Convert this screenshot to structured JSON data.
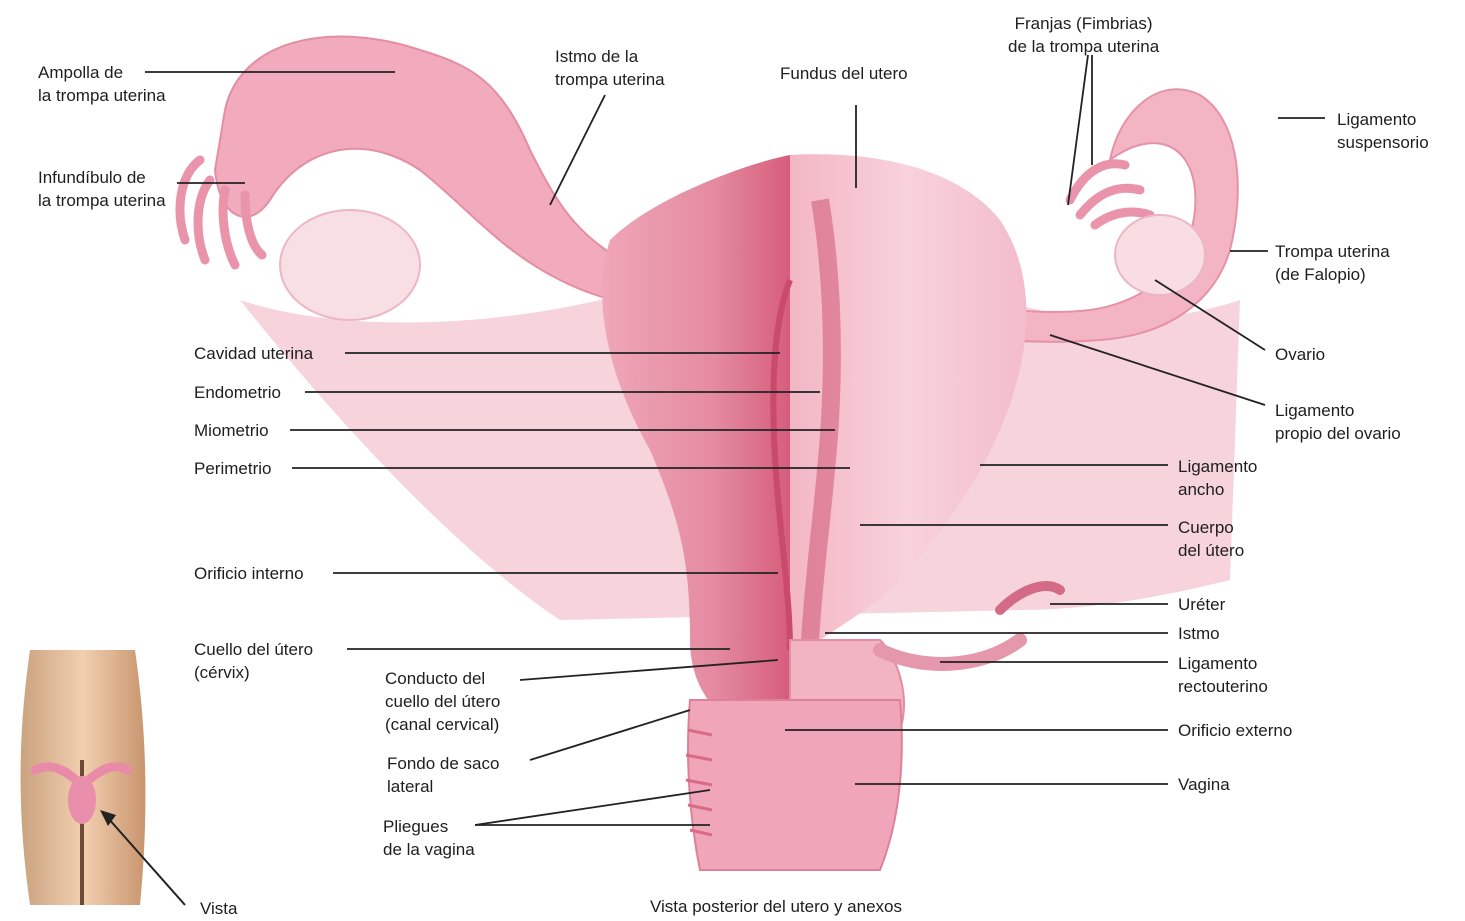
{
  "caption": "Vista posterior del utero y anexos",
  "labels": {
    "ampolla": [
      "Ampolla de",
      "la trompa uterina"
    ],
    "infundibulo": [
      "Infundíbulo de",
      "la trompa uterina"
    ],
    "istmo_trompa": [
      "Istmo de la",
      "trompa uterina"
    ],
    "fundus": [
      "Fundus del utero"
    ],
    "franjas": [
      "Franjas (Fimbrias)",
      "de la trompa uterina"
    ],
    "ligamento_suspensorio": [
      "Ligamento",
      "suspensorio"
    ],
    "trompa_uterina": [
      "Trompa uterina",
      "(de Falopio)"
    ],
    "ovario": [
      "Ovario"
    ],
    "ligamento_propio": [
      "Ligamento",
      "propio del ovario"
    ],
    "cavidad_uterina": [
      "Cavidad uterina"
    ],
    "endometrio": [
      "Endometrio"
    ],
    "miometrio": [
      "Miometrio"
    ],
    "perimetrio": [
      "Perimetrio"
    ],
    "ligamento_ancho": [
      "Ligamento",
      "ancho"
    ],
    "cuerpo_utero": [
      "Cuerpo",
      "del útero"
    ],
    "orificio_interno": [
      "Orificio interno"
    ],
    "ureter": [
      "Uréter"
    ],
    "istmo": [
      "Istmo"
    ],
    "cuello_utero": [
      "Cuello del útero",
      "(cérvix)"
    ],
    "ligamento_rectouterino": [
      "Ligamento",
      "rectouterino"
    ],
    "conducto_cuello": [
      "Conducto del",
      "cuello del útero",
      "(canal cervical)"
    ],
    "orificio_externo": [
      "Orificio externo"
    ],
    "fondo_saco": [
      "Fondo de saco",
      "lateral"
    ],
    "vagina": [
      "Vagina"
    ],
    "pliegues_vagina": [
      "Pliegues",
      "de la vagina"
    ],
    "vista": [
      "Vista"
    ]
  },
  "colors": {
    "tissue_light": "#f6c9d3",
    "tissue_mid": "#ee9fb2",
    "tissue_dark": "#d9607c",
    "muscle": "#e27e97",
    "skin": "#e6b08a",
    "leader": "#222222"
  }
}
